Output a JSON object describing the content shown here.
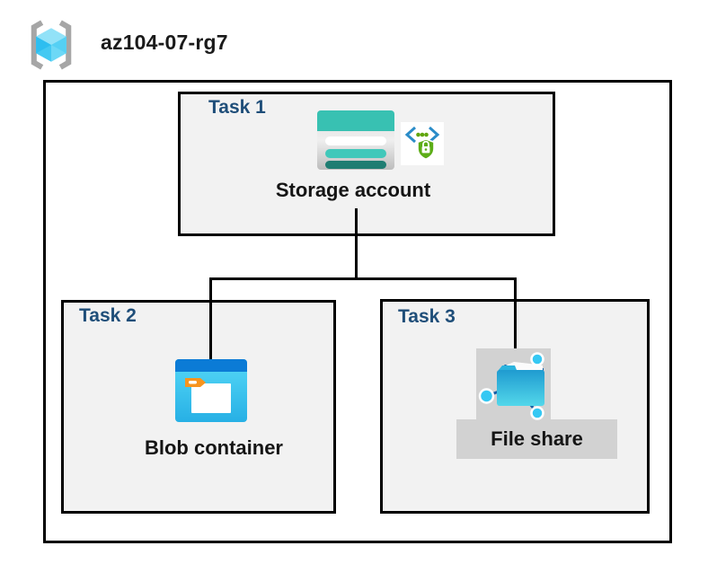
{
  "header": {
    "resource_group": "az104-07-rg7",
    "icon": "azure-resource-group-icon"
  },
  "diagram": {
    "tasks": [
      {
        "label": "Task 1",
        "resource": "Storage account",
        "icons": [
          "storage-account-icon",
          "secure-endpoint-icon"
        ]
      },
      {
        "label": "Task 2",
        "resource": "Blob container",
        "icons": [
          "blob-container-icon"
        ]
      },
      {
        "label": "Task 3",
        "resource": "File share",
        "icons": [
          "file-share-icon"
        ]
      }
    ],
    "connections": [
      {
        "from": "Storage account",
        "to": "Blob container"
      },
      {
        "from": "Storage account",
        "to": "File share"
      }
    ]
  },
  "colors": {
    "task_label_navy": "#1f4e79",
    "task_fill": "#f2f2f2",
    "outline_black": "#000000",
    "storage_teal": "#38c1b2",
    "storage_teal_dark": "#1e7d72",
    "azure_blue": "#0b7bd6",
    "cyan_node": "#35c8f3",
    "security_green": "#5cad17",
    "bracket_blue": "#2a8cc8",
    "tag_orange": "#f7941e",
    "selection_gray": "#d2d2d2",
    "bracket_gray": "#a6a6a6"
  }
}
